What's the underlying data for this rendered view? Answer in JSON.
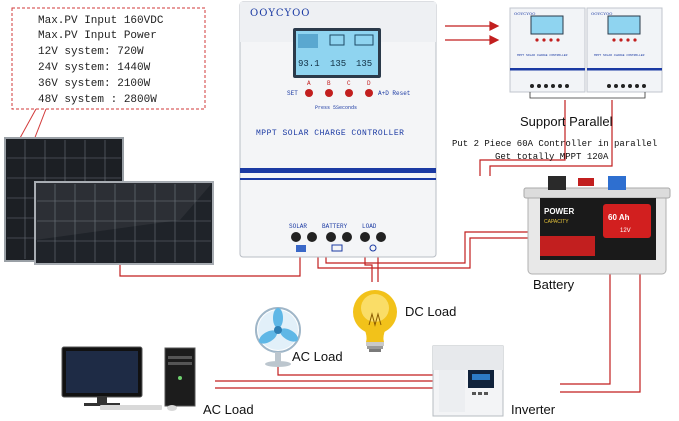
{
  "specs": {
    "lines": [
      "Max.PV Input 160VDC",
      "Max.PV Input Power",
      "12V system: 720W",
      "24V system: 1440W",
      "36V system: 2100W",
      "48V system : 2800W"
    ]
  },
  "controller": {
    "brand": "OOYCYOO",
    "title": "MPPT SOLAR CHARGE CONTROLLER",
    "set_label": "SET",
    "buttons": [
      "A",
      "B",
      "C",
      "D"
    ],
    "reset_label": "A+D Reset",
    "press_note": "Press 5Seconds",
    "lcd_left": "93.1",
    "lcd_mid": "135",
    "lcd_right": "135",
    "terminal_labels": [
      "SOLAR",
      "BATTERY",
      "LOAD"
    ]
  },
  "parallel": {
    "brand": "OOYCYOO",
    "mini_title": "MPPT SOLAR CHARGE CONTROLLER",
    "label": "Support Parallel",
    "note_line1": "Put 2 Piece 60A Controller in parallel",
    "note_line2": "Get totally MPPT 120A"
  },
  "battery": {
    "label": "Battery",
    "brand_top": "POWER",
    "brand_bottom": "CAPACITY",
    "rating": "60 Ah",
    "sub": "12V"
  },
  "labels": {
    "dc_load": "DC Load",
    "ac_load_fan": "AC Load",
    "ac_load_pc": "AC Load",
    "inverter": "Inverter"
  },
  "colors": {
    "wire": "#c21f1f",
    "stripe": "#1b3aa3",
    "dash_box": "#d23a3a"
  }
}
